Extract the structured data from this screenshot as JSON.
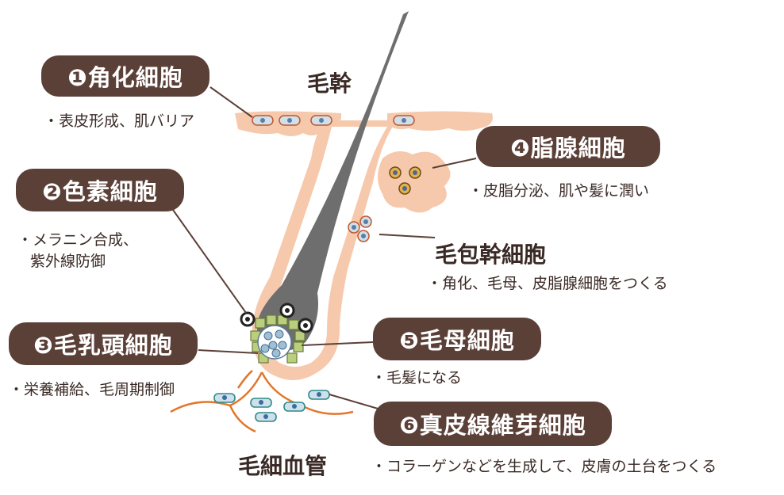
{
  "labels": {
    "keratinocyte": "❶角化細胞",
    "melanocyte": "❷色素細胞",
    "papilla": "❸毛乳頭細胞",
    "sebaceous": "❹脂腺細胞",
    "matrix": "❺毛母細胞",
    "fibroblast": "❻真皮線維芽細胞",
    "stem": "毛包幹細胞",
    "shaft": "毛幹",
    "capillary": "毛細血管"
  },
  "descriptions": {
    "keratinocyte": "・表皮形成、肌バリア",
    "melanocyte_1": "・メラニン合成、",
    "melanocyte_2": "紫外線防御",
    "papilla": "・栄養補給、毛周期制御",
    "sebaceous": "・皮脂分泌、肌や髪に潤い",
    "stem": "・角化、毛母、皮脂腺細胞をつくる",
    "matrix": "・毛髪になる",
    "fibroblast": "・コラーゲンなどを生成して、皮膚の土台をつくる"
  },
  "colors": {
    "pill": "#5b4038",
    "skin": "#f6c9ac",
    "hair": "#6e6e6e",
    "vessel": "#e2762a",
    "cell_blue": "#cfe0ea",
    "cell_green": "#b9cf7e",
    "melanin": "#222222"
  }
}
